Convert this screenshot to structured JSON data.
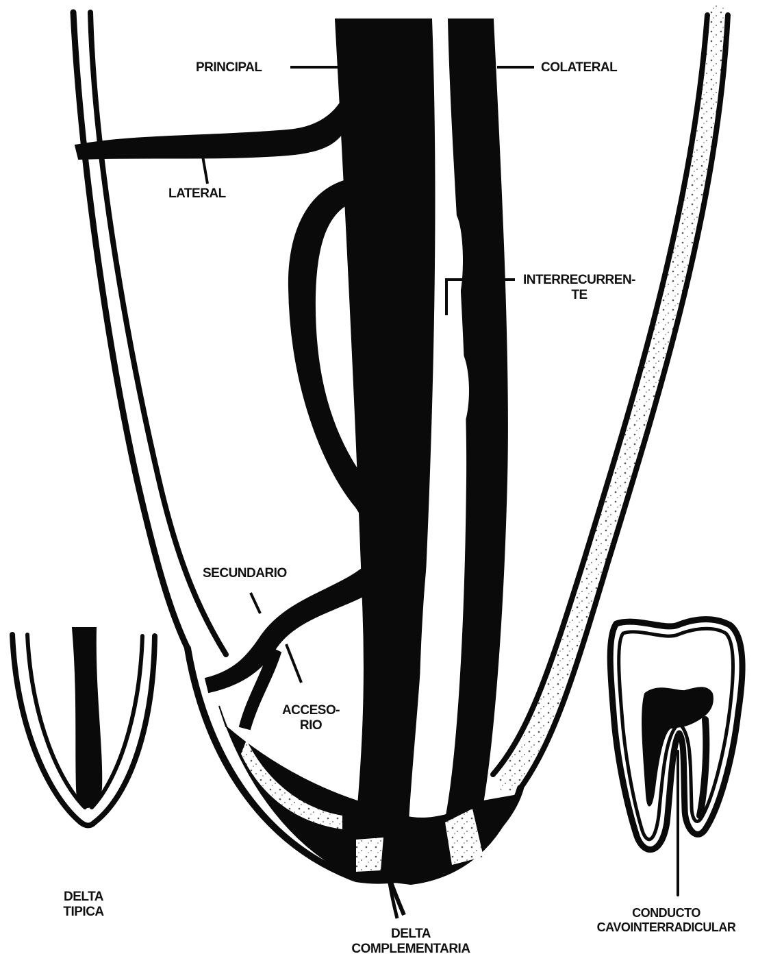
{
  "colors": {
    "ink": "#0a0a0a",
    "paper": "#ffffff",
    "speckle": "#6a6a6a"
  },
  "labels": {
    "principal": "PRINCIPAL",
    "colateral": "COLATERAL",
    "lateral": "LATERAL",
    "interrecurrente": {
      "line1": "INTERRECURREN-",
      "line2": "TE"
    },
    "secundario": "SECUNDARIO",
    "accesorio": {
      "line1": "ACCESO-",
      "line2": "RIO"
    },
    "delta_tipica": {
      "line1": "DELTA",
      "line2": "TIPICA"
    },
    "delta_complementaria": {
      "line1": "DELTA",
      "line2": "COMPLEMENTARIA"
    },
    "conducto_cavointerradicular": {
      "line1": "CONDUCTO",
      "line2": "CAVOINTERRADICULAR"
    }
  }
}
